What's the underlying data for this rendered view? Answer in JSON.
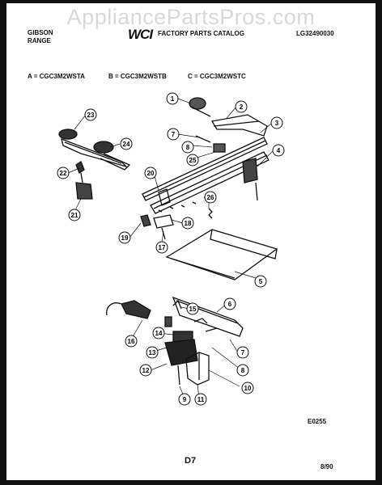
{
  "watermark": "AppliancePartsPros.com",
  "header": {
    "brand_line1": "GIBSON",
    "brand_line2": "RANGE",
    "logo": "WCI",
    "catalog_title": "FACTORY PARTS CATALOG",
    "catalog_code": "LG32490030"
  },
  "models": {
    "a": "A = CGC3M2WSTA",
    "b": "B = CGC3M2WSTB",
    "c": "C = CGC3M2WSTC"
  },
  "callouts": [
    "1",
    "2",
    "3",
    "4",
    "5",
    "6",
    "7",
    "8",
    "9",
    "10",
    "11",
    "12",
    "13",
    "14",
    "15",
    "16",
    "17",
    "18",
    "19",
    "20",
    "21",
    "22",
    "23",
    "24",
    "25",
    "26",
    "7",
    "8"
  ],
  "footer": {
    "drawing_code": "E0255",
    "page_number": "D7",
    "date": "8/90"
  }
}
